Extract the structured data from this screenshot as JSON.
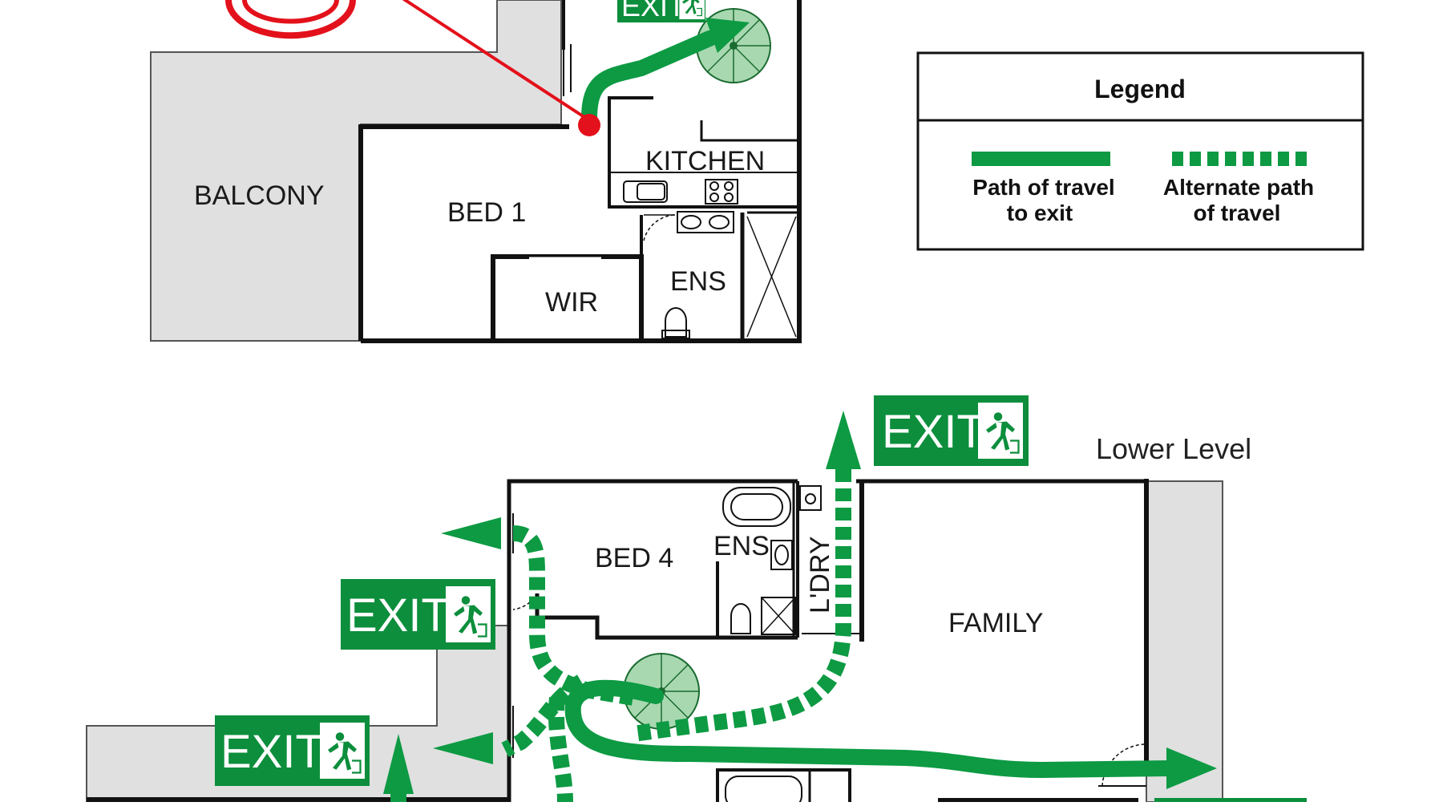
{
  "legend": {
    "title": "Legend",
    "primary_line1": "Path of travel",
    "primary_line2": "to exit",
    "alternate_line1": "Alternate path",
    "alternate_line2": "of travel"
  },
  "rooms": {
    "balcony": "BALCONY",
    "bed1": "BED 1",
    "kitchen": "KITCHEN",
    "wir": "WIR",
    "ens_upper": "ENS",
    "bed4": "BED 4",
    "ens_lower": "ENS",
    "laundry": "L'DRY",
    "family": "FAMILY"
  },
  "level_label": "Lower Level",
  "exit_label": "EXIT",
  "colors": {
    "exit_green": "#0c8e3c",
    "path_green": "#0d9a43",
    "you_are_here_red": "#e3111b",
    "balcony_gray": "#e0e0e0",
    "wall": "#111111"
  },
  "icons": [
    "running-man-exit-icon",
    "spiral-stair-icon",
    "you-are-here-marker-icon"
  ]
}
